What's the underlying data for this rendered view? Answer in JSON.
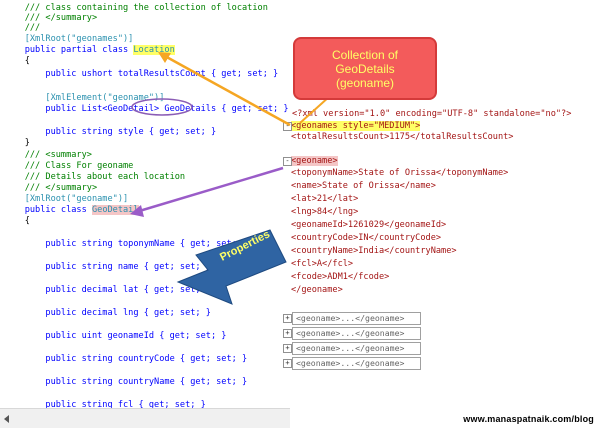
{
  "code_lines": [
    {
      "t": "    /// class containing the collection of location",
      "c": "cm"
    },
    {
      "t": "    /// </summary>",
      "c": "cm"
    },
    {
      "t": "    ///",
      "c": "cm"
    },
    {
      "t": "    [XmlRoot(\"geonames\")]",
      "c": "at"
    },
    {
      "t": "    public partial class ",
      "c": "kw",
      "hl": "Location"
    },
    {
      "t": "    {",
      "c": "br"
    },
    {
      "t": "        public ushort totalResultsCount { get; set; }",
      "c": "kw"
    },
    {
      "t": "",
      "c": "br"
    },
    {
      "t": "        [XmlElement(\"geoname\")]",
      "c": "at"
    },
    {
      "t": "        public List<GeoDetail> GeoDetails { get; set; }",
      "c": "kw"
    },
    {
      "t": "",
      "c": "br"
    },
    {
      "t": "        public string style { get; set; }",
      "c": "kw"
    },
    {
      "t": "    }",
      "c": "br"
    },
    {
      "t": "    /// <summary>",
      "c": "cm"
    },
    {
      "t": "    /// Class For geoname",
      "c": "cm"
    },
    {
      "t": "    /// Details about each location",
      "c": "cm"
    },
    {
      "t": "    /// </summary>",
      "c": "cm"
    },
    {
      "t": "    [XmlRoot(\"geoname\")]",
      "c": "at"
    },
    {
      "t": "    public class ",
      "c": "kw",
      "hl2": "GeoDetail"
    },
    {
      "t": "    {",
      "c": "br"
    }
  ],
  "properties": [
    "public string toponymName { get; set; }",
    "public string name { get; set; }",
    "public decimal lat { get; set; }",
    "public decimal lng { get; set; }",
    "public uint geonameId { get; set; }",
    "public string countryCode { get; set; }",
    "public string countryName { get; set; }",
    "public string fcl { get; set; }"
  ],
  "xml_lines": [
    "<?xml version=\"1.0\" encoding=\"UTF-8\" standalone=\"no\"?>",
    "<geonames style=\"MEDIUM\">",
    "  <totalResultsCount>1175</totalResultsCount>",
    "",
    "<geoname>",
    "  <toponymName>State of Orissa</toponymName>",
    "  <name>State of Orissa</name>",
    "  <lat>21</lat>",
    "  <lng>84</lng>",
    "  <geonameId>1261029</geonameId>",
    "  <countryCode>IN</countryCode>",
    "  <countryName>India</countryName>",
    "  <fcl>A</fcl>",
    "  <fcode>ADM1</fcode>",
    "  </geoname>"
  ],
  "collapsed_nodes": [
    "<geoname>...</geoname>",
    "<geoname>...</geoname>",
    "<geoname>...</geoname>",
    "<geoname>...</geoname>"
  ],
  "callout": {
    "line1": "Collection of",
    "line2": "GeoDetails",
    "line3": "(geoname)"
  },
  "arrow_label": "Properties",
  "footer": "www.manaspatnaik.com/blog",
  "colors": {
    "orange_arrow": "#f5a623",
    "purple_arrow": "#9a5cc8",
    "blue_arrow": "#2f64a3",
    "callout_bg": "#f35b5b"
  }
}
